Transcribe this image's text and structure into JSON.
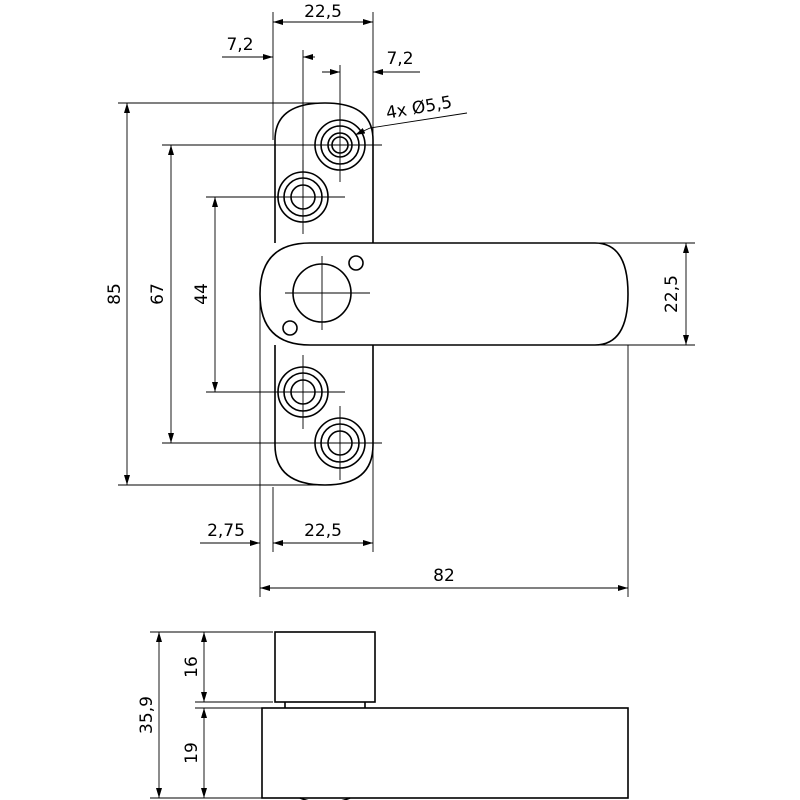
{
  "drawing": {
    "dimensions": {
      "top_width": "22,5",
      "left_offset": "7,2",
      "right_offset": "7,2",
      "hole_callout": "4x Ø5,5",
      "total_height": "85",
      "outer_hole_spacing": "67",
      "inner_hole_spacing": "44",
      "arm_width": "22,5",
      "left_gap": "2,75",
      "bottom_width": "22,5",
      "total_length": "82",
      "side_height": "35,9",
      "cap_height": "16",
      "base_height": "19"
    }
  }
}
